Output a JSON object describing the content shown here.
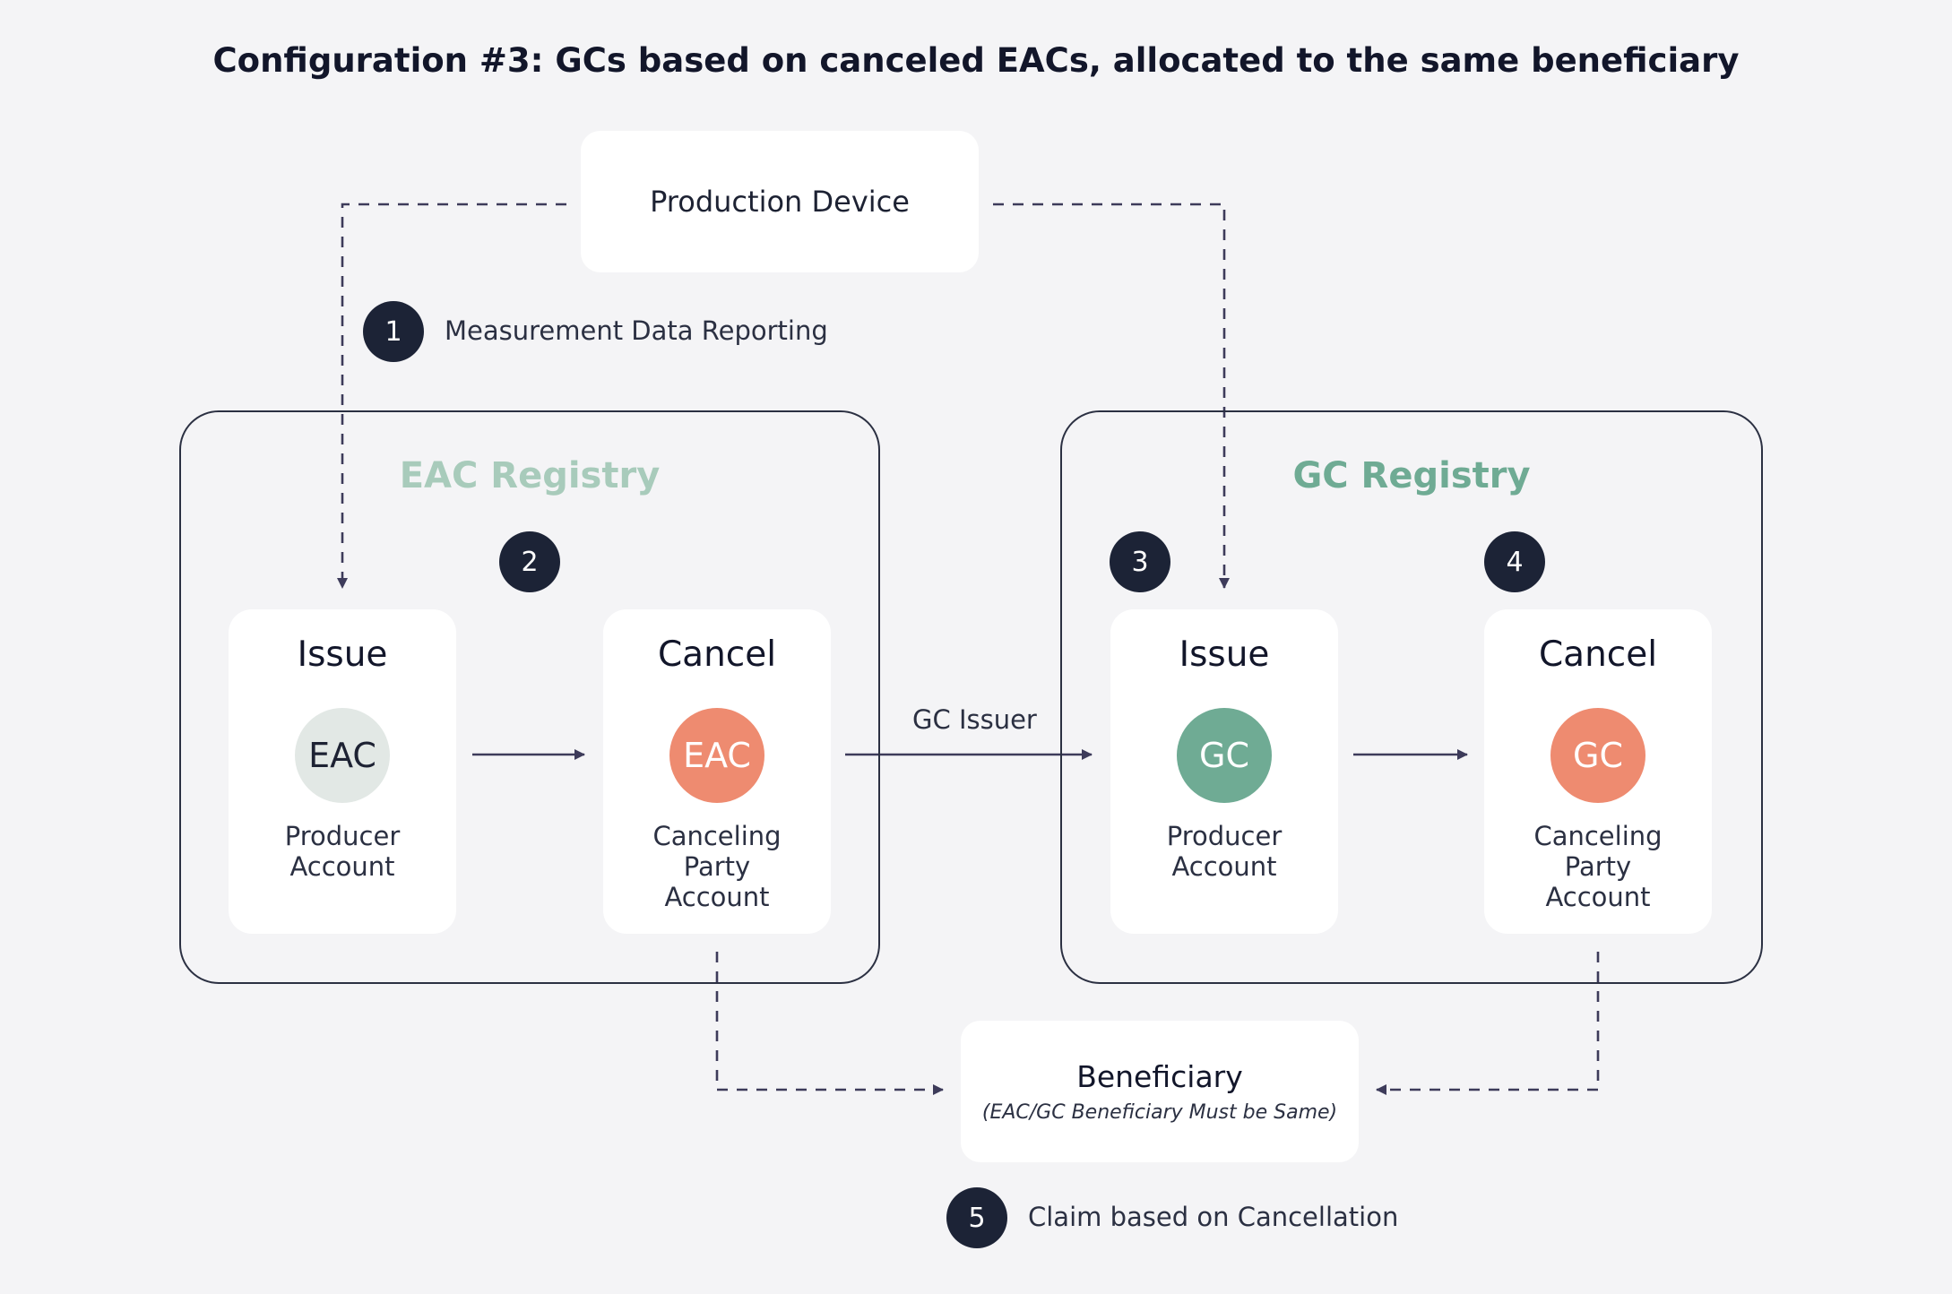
{
  "title": "Configuration #3: GCs based on canceled EACs, allocated to the same beneficiary",
  "production_device": "Production Device",
  "steps": {
    "s1": {
      "number": "1",
      "label": "Measurement Data Reporting"
    },
    "s2": {
      "number": "2"
    },
    "s3": {
      "number": "3"
    },
    "s4": {
      "number": "4"
    },
    "s5": {
      "number": "5",
      "label": "Claim based on Cancellation"
    }
  },
  "eac_registry": {
    "title": "EAC Registry",
    "issue": {
      "title": "Issue",
      "token": "EAC",
      "caption_lines": [
        "Producer",
        "Account"
      ]
    },
    "cancel": {
      "title": "Cancel",
      "token": "EAC",
      "caption_lines": [
        "Canceling",
        "Party",
        "Account"
      ]
    }
  },
  "gc_registry": {
    "title": "GC Registry",
    "issue": {
      "title": "Issue",
      "token": "GC",
      "caption_lines": [
        "Producer",
        "Account"
      ]
    },
    "cancel": {
      "title": "Cancel",
      "token": "GC",
      "caption_lines": [
        "Canceling",
        "Party",
        "Account"
      ]
    }
  },
  "gc_issuer_label": "GC Issuer",
  "beneficiary": {
    "title": "Beneficiary",
    "note": "(EAC/GC Beneficiary Must be Same)"
  },
  "colors": {
    "background": "#f4f4f6",
    "dark": "#1c2336",
    "eac_registry_title": "#a8cbbb",
    "gc_green": "#6fab94",
    "cancel_orange": "#ee8b70",
    "eac_token_light": "#e2e8e5",
    "connector": "#3d3b5a"
  },
  "icons": [
    "arrow-right-icon",
    "arrow-down-icon",
    "arrow-left-icon"
  ]
}
